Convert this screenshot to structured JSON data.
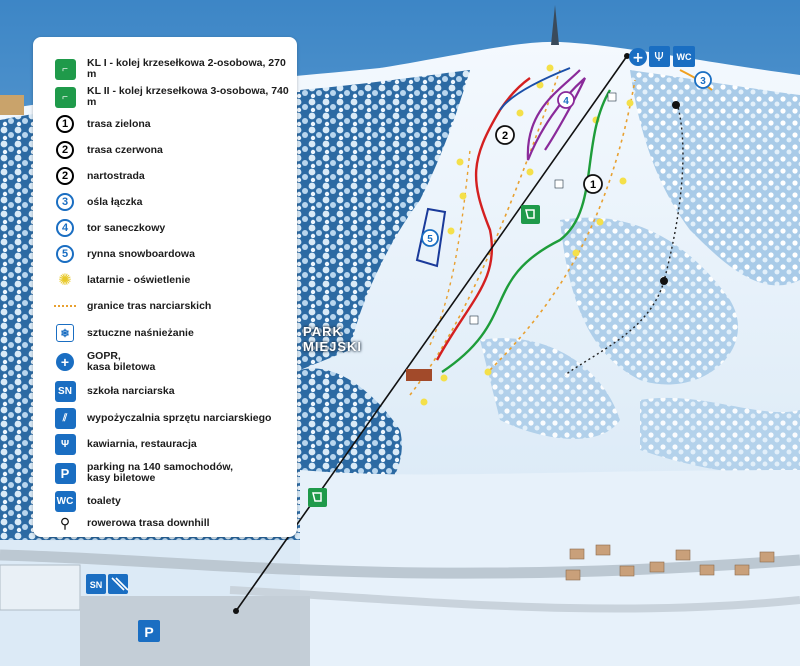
{
  "legend": {
    "items": [
      {
        "icon": "chairlift-2-icon",
        "label": "KL I - kolej krzesełkowa 2-osobowa, 270 m"
      },
      {
        "icon": "chairlift-3-icon",
        "label": "KL II - kolej krzesełkowa 3-osobowa, 740 m"
      },
      {
        "icon": "route-1-icon",
        "number": "1",
        "label": "trasa zielona",
        "color": "#1e9d3a"
      },
      {
        "icon": "route-2-icon",
        "number": "2",
        "label": "trasa czerwona",
        "color": "#d42020"
      },
      {
        "icon": "route-2-icon",
        "number": "2",
        "label": "nartostrada",
        "color": "#1b4fa8"
      },
      {
        "icon": "route-3-icon",
        "number": "3",
        "label": "ośla łączka",
        "color": "#f0a020"
      },
      {
        "icon": "route-4-icon",
        "number": "4",
        "label": "tor saneczkowy",
        "color": "#8a2a9a"
      },
      {
        "icon": "route-5-icon",
        "number": "5",
        "label": "rynna snowboardowa",
        "color": "#1a3a9a"
      },
      {
        "icon": "lamp-icon",
        "label": "latarnie - oświetlenie"
      },
      {
        "icon": "boundary-icon",
        "label": "granice tras narciarskich"
      },
      {
        "icon": "snowmaking-icon",
        "label": "sztuczne naśnieżanie"
      },
      {
        "icon": "gopr-icon",
        "label": "GOPR,\nkasa biletowa"
      },
      {
        "icon": "ski-school-icon",
        "badge": "SN",
        "label": "szkoła narciarska"
      },
      {
        "icon": "ski-rental-icon",
        "label": "wypożyczalnia sprzętu narciarskiego"
      },
      {
        "icon": "cafe-icon",
        "label": "kawiarnia, restauracja"
      },
      {
        "icon": "parking-icon",
        "badge": "P",
        "label": "parking na 140 samochodów,\nkasy biletowe"
      },
      {
        "icon": "wc-icon",
        "badge": "WC",
        "label": "toalety"
      },
      {
        "icon": "bike-icon",
        "label": "rowerowa trasa downhill"
      }
    ]
  },
  "map": {
    "park_label": "PARK\nMIEJSKI",
    "route_markers": {
      "r1": "1",
      "r2": "2",
      "r3": "3",
      "r4": "4",
      "r5": "5"
    },
    "badges": {
      "wc": "WC",
      "sn": "SN",
      "parking": "P"
    }
  }
}
